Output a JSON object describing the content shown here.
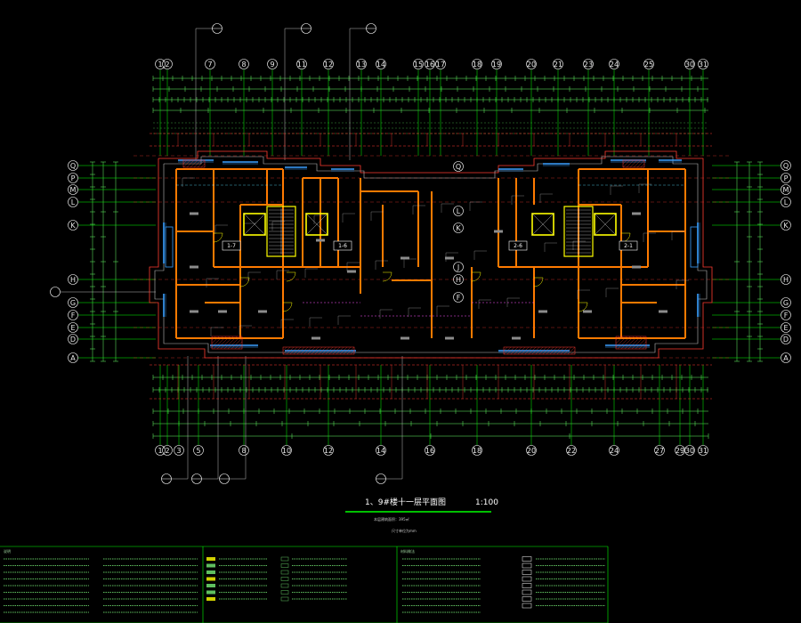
{
  "drawing": {
    "title": "1、9#楼十一层平面图",
    "scale": "1:100",
    "area_note": "本层建筑面积：395㎡",
    "unit_note": "尺寸单位为mm",
    "legend_title": "说明",
    "materials_title": "材料做法"
  },
  "colors": {
    "background": "#000000",
    "axis_line": "#00ff00",
    "dimension": "#66ff66",
    "wall": "#ff7a00",
    "hatch": "#ff3b30",
    "grid": "#ff3b30",
    "window": "#3aa0ff",
    "door": "#ffff00",
    "leader": "#bbbbbb",
    "text": "#ffffff"
  },
  "top_axes": [
    "1",
    "2",
    "7",
    "8",
    "9",
    "11",
    "12",
    "13",
    "14",
    "15",
    "16",
    "17",
    "18",
    "19",
    "20",
    "21",
    "23",
    "24",
    "25",
    "30",
    "31"
  ],
  "bottom_axes": [
    "1",
    "2",
    "3",
    "5",
    "8",
    "10",
    "12",
    "14",
    "16",
    "18",
    "20",
    "22",
    "24",
    "27",
    "29",
    "30",
    "31"
  ],
  "left_axes": [
    "Q",
    "P",
    "M",
    "L",
    "K",
    "H",
    "G",
    "F",
    "E",
    "D",
    "A"
  ],
  "right_axes": [
    "Q",
    "P",
    "M",
    "L",
    "K",
    "H",
    "G",
    "F",
    "E",
    "D",
    "A"
  ],
  "center_axes": [
    "Q",
    "L",
    "K",
    "J",
    "H",
    "F"
  ],
  "unit_tags": [
    "1-7",
    "1-6",
    "2-6",
    "2-1"
  ],
  "legend_rows": 9
}
